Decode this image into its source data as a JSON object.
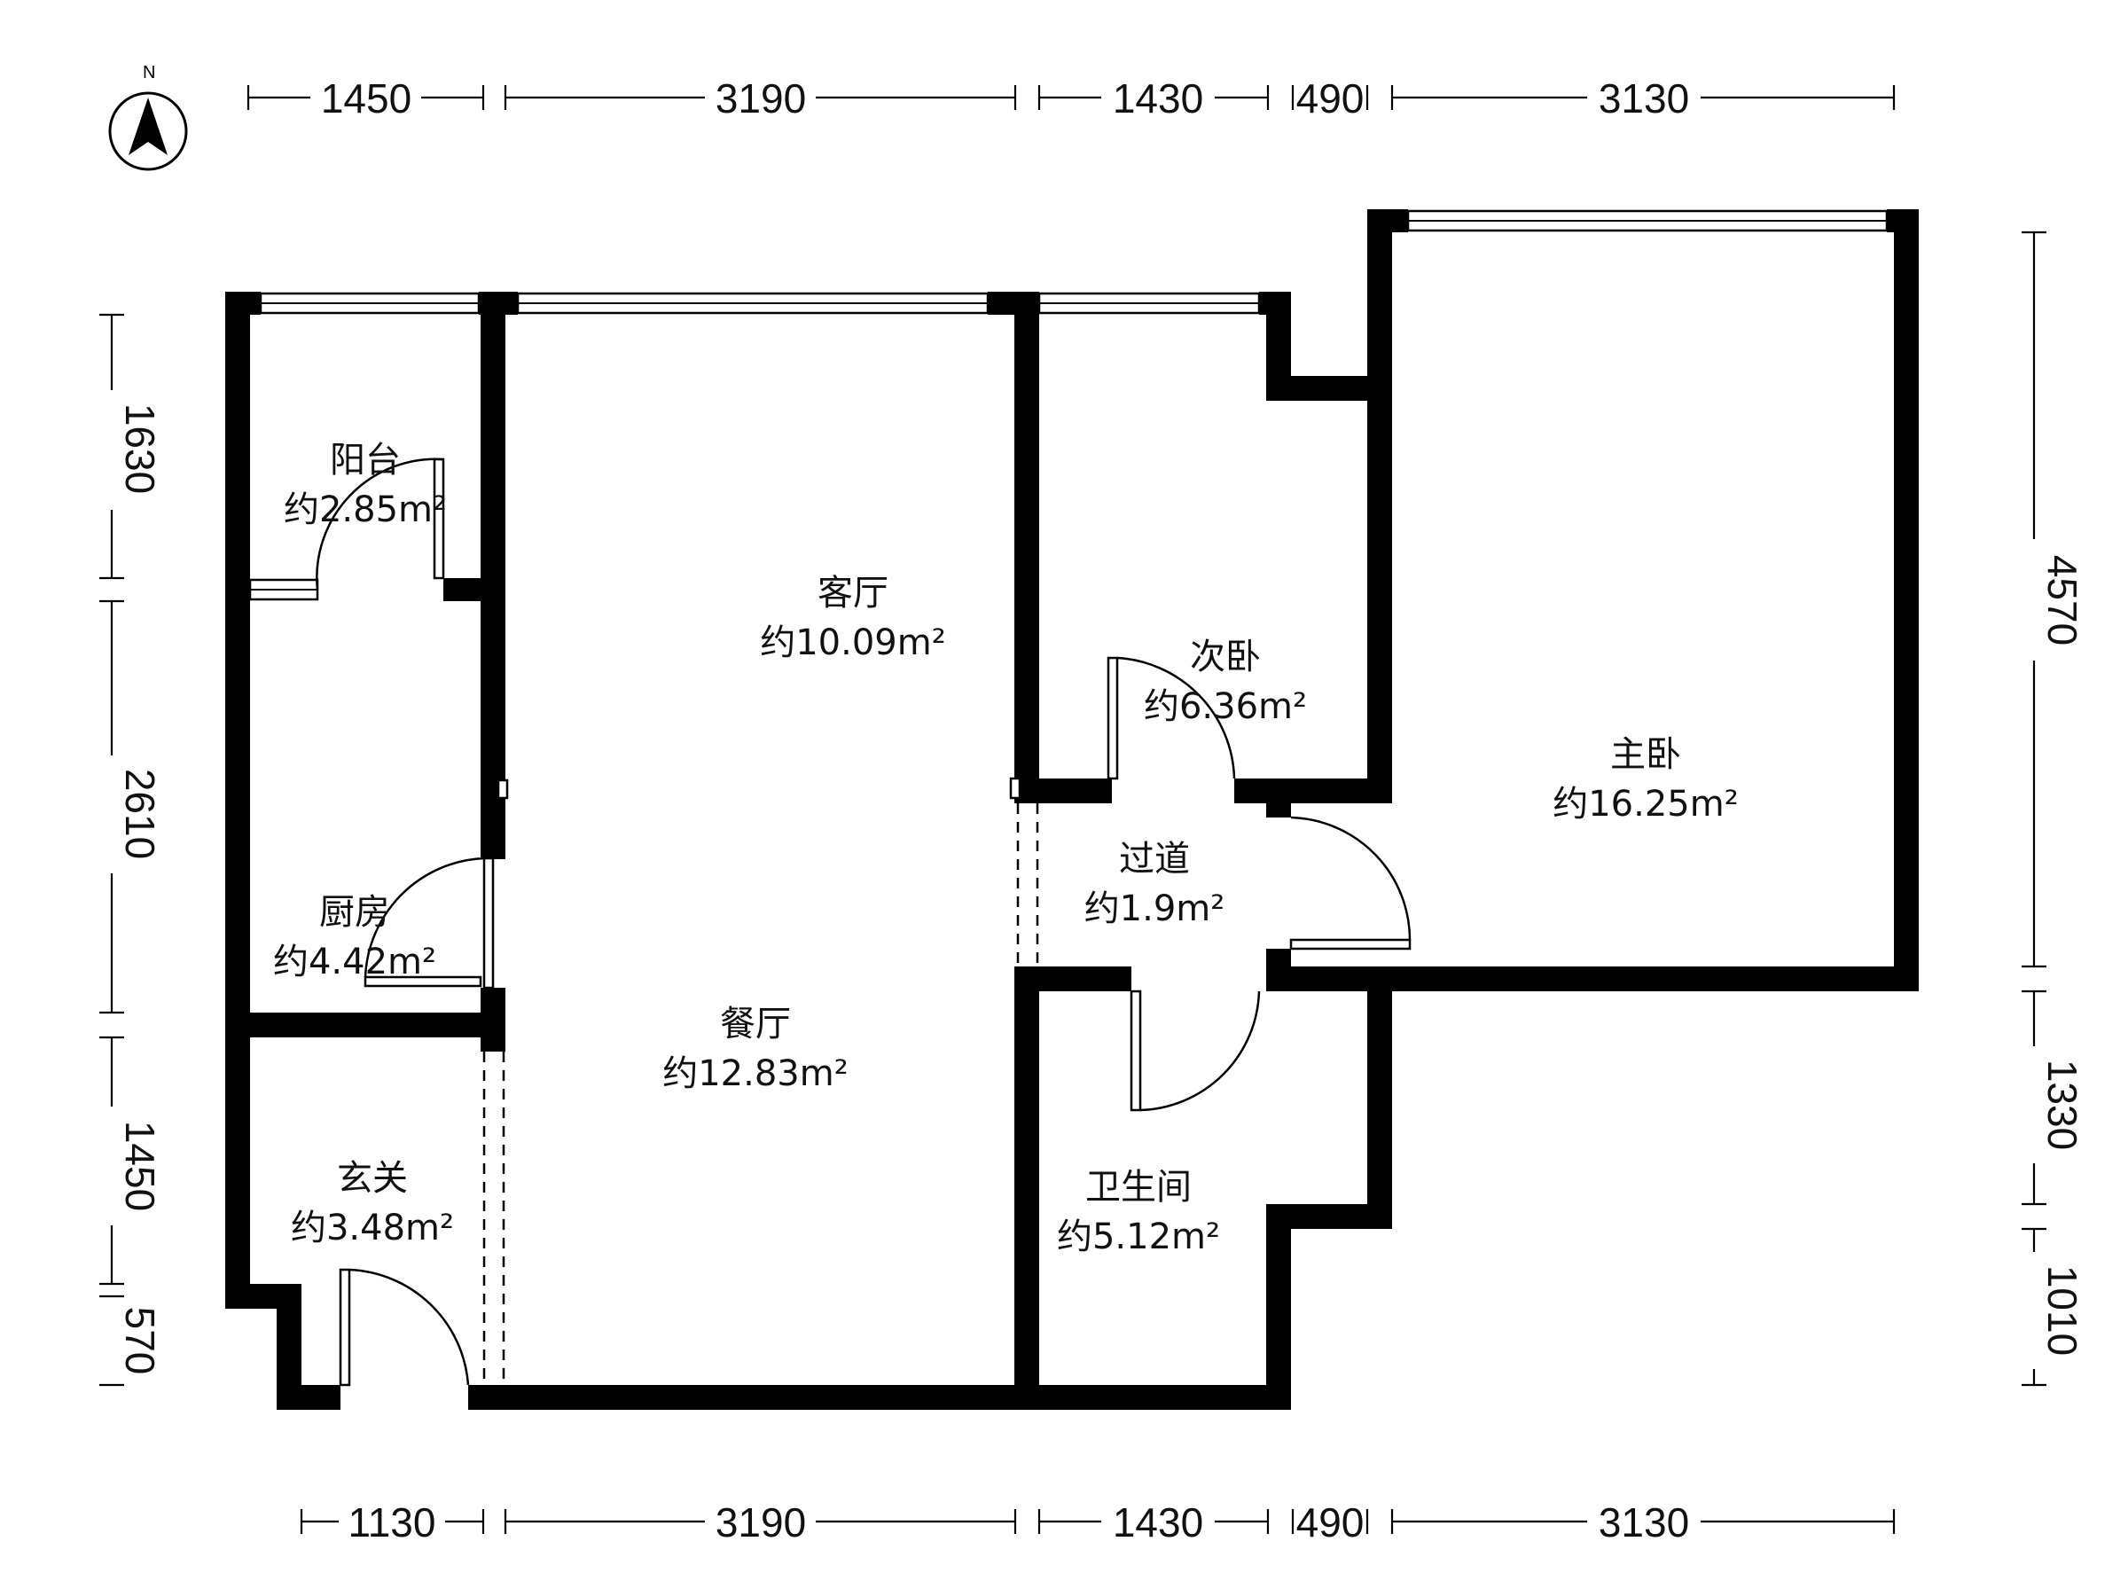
{
  "compass": {
    "label": "N"
  },
  "rooms": [
    {
      "id": "balcony",
      "name": "阳台",
      "area": "约2.85m²"
    },
    {
      "id": "kitchen",
      "name": "厨房",
      "area": "约4.42m²"
    },
    {
      "id": "entrance",
      "name": "玄关",
      "area": "约3.48m²"
    },
    {
      "id": "living",
      "name": "客厅",
      "area": "约10.09m²"
    },
    {
      "id": "dining",
      "name": "餐厅",
      "area": "约12.83m²"
    },
    {
      "id": "second_bedroom",
      "name": "次卧",
      "area": "约6.36m²"
    },
    {
      "id": "corridor",
      "name": "过道",
      "area": "约1.9m²"
    },
    {
      "id": "bathroom",
      "name": "卫生间",
      "area": "约5.12m²"
    },
    {
      "id": "master_bedroom",
      "name": "主卧",
      "area": "约16.25m²"
    }
  ],
  "dimensions": {
    "top": [
      "1450",
      "3190",
      "1430",
      "490",
      "3130"
    ],
    "bottom": [
      "1130",
      "3190",
      "1430",
      "490",
      "3130"
    ],
    "left": [
      "1630",
      "2610",
      "1450",
      "570"
    ],
    "right": [
      "4570",
      "1330",
      "1010"
    ]
  }
}
